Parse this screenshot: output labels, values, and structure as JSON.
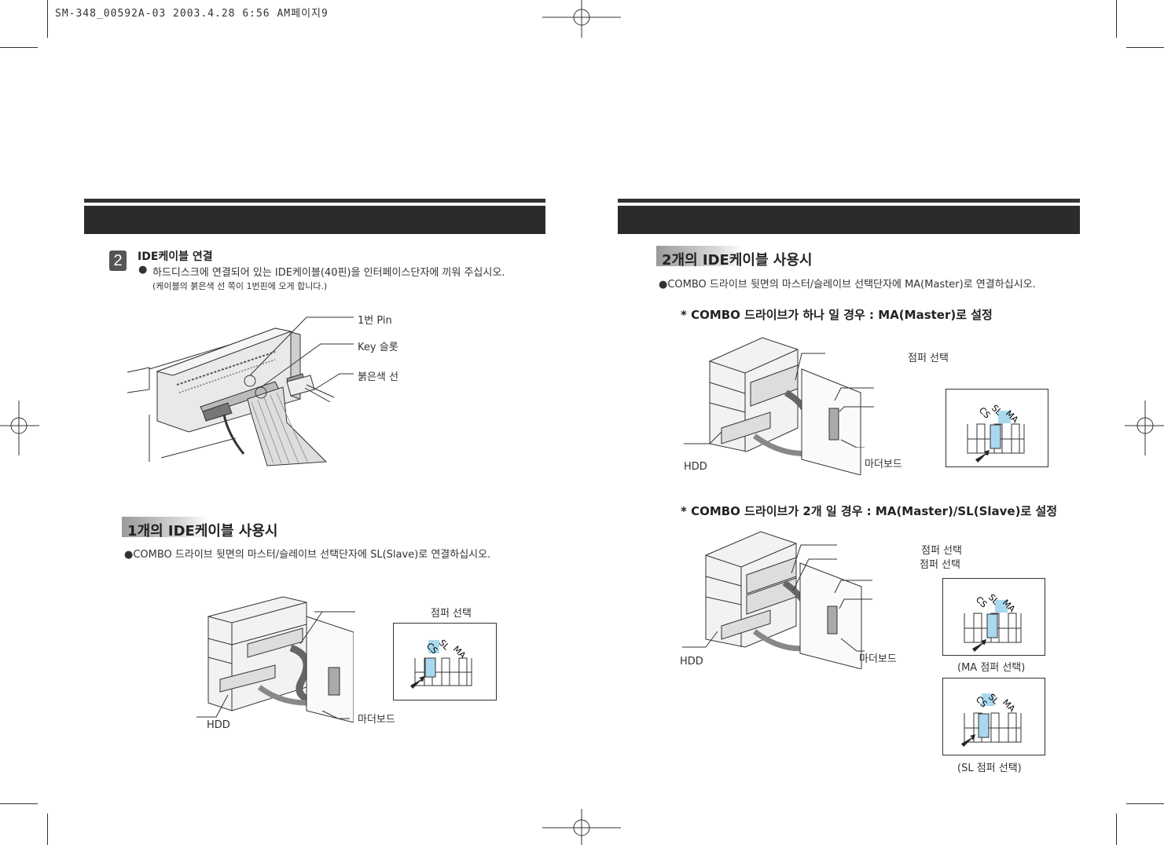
{
  "file_header": "SM-348_00592A-03 2003.4.28 6:56 AM페이지9",
  "left": {
    "step": {
      "number": "2",
      "title": "IDE케이블 연결",
      "bullet": "●",
      "line1": "하드디스크에 연결되어 있는 IDE케이블(40핀)을 인터페이스단자에 끼워 주십시오.",
      "line2": "(케이블의 붉은색 선 쪽이 1번핀에 오게 합니다.)",
      "labels": {
        "pin1": "1번 Pin",
        "key_slot": "Key 슬롯",
        "red_line": "붉은색 선"
      }
    },
    "section_one": {
      "title": "1개의 IDE케이블 사용시",
      "desc": "●COMBO 드라이브 뒷면의 마스터/슬레이브 선택단자에 SL(Slave)로 연결하십시오.",
      "jumper_label": "점퍼 선택",
      "hdd": "HDD",
      "motherboard": "마더보드"
    }
  },
  "right": {
    "section_two": {
      "title": "2개의 IDE케이블 사용시",
      "desc": "●COMBO 드라이브 뒷면의 마스터/슬레이브 선택단자에 MA(Master)로 연결하십시오.",
      "case_one_title": "* COMBO 드라이브가 하나 일 경우 : MA(Master)로 설정",
      "case_one_jumper": "점퍼 선택",
      "case_one_hdd": "HDD",
      "case_one_motherboard": "마더보드",
      "case_two_title": "* COMBO 드라이브가 2개 일 경우 : MA(Master)/SL(Slave)로 설정",
      "case_two_jumper_a": "점퍼 선택",
      "case_two_jumper_b": "점퍼 선택",
      "case_two_hdd": "HDD",
      "case_two_motherboard": "마더보드",
      "ma_caption": "(MA 점퍼 선택)",
      "sl_caption": "(SL 점퍼 선택)"
    }
  },
  "jumper_letters": {
    "cs": "CS",
    "sl": "SL",
    "ma": "MA"
  },
  "colors": {
    "band": "#2b2b2b",
    "jumper_highlight": "#a9d8ef"
  }
}
